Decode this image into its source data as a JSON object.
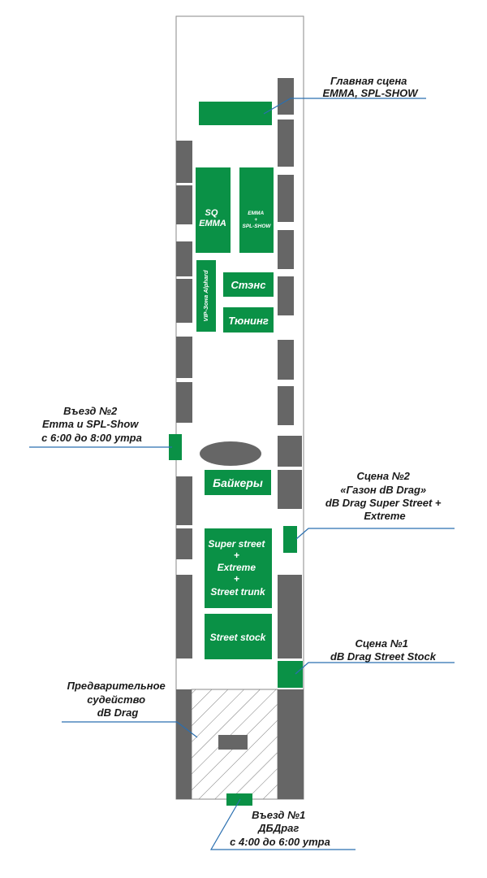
{
  "colors": {
    "green": "#0a9146",
    "gray": "#666666",
    "leader": "#2a6fb0",
    "outline": "#8a8a8a"
  },
  "labels": {
    "main_stage": [
      "Главная сцена",
      "EMMA, SPL-SHOW"
    ],
    "entry2": [
      "Въезд №2",
      "Emma и SPL-Show",
      "с 6:00 до 8:00 утра"
    ],
    "stage2": [
      "Сцена №2",
      "«Газон dB Drag»",
      "dB Drag Super Street +",
      "Extreme"
    ],
    "stage1": [
      "Сцена №1",
      "dB Drag Street Stock"
    ],
    "prejudging": [
      "Предварительное",
      "судейство",
      "dB Drag"
    ],
    "entry1": [
      "Въезд №1",
      "ДБДраг",
      "с 4:00 до 6:00 утра"
    ]
  },
  "zones": {
    "sq_emma": [
      "SQ",
      "EMMA"
    ],
    "emma_spl": [
      "EMMA",
      "+",
      "SPL-SHOW"
    ],
    "vip": "VIP-Зона Alphard",
    "stance": "Стэнс",
    "tuning": "Тюнинг",
    "bikers": "Байкеры",
    "super_street": [
      "Super street",
      "+",
      "Extreme",
      "+",
      "Street trunk"
    ],
    "street_stock": "Street stock"
  }
}
